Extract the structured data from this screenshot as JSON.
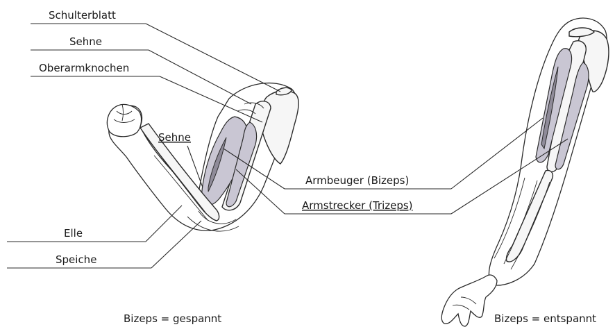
{
  "labels": {
    "schulterblatt": "Schulterblatt",
    "sehne_top": "Sehne",
    "oberarmknochen": "Oberarmknochen",
    "sehne_mid": "Sehne",
    "armbeuger": "Armbeuger (Bizeps)",
    "armstrecker": "Armstrecker (Trizeps)",
    "elle": "Elle",
    "speiche": "Speiche"
  },
  "captions": {
    "left": "Bizeps = gespannt",
    "right": "Bizeps = entspannt"
  },
  "colors": {
    "line": "#2a2a2a",
    "muscle": "#c9c6d3",
    "muscle_shadow": "#8f8b99",
    "bone": "#f6f6f6",
    "background": "#ffffff"
  }
}
